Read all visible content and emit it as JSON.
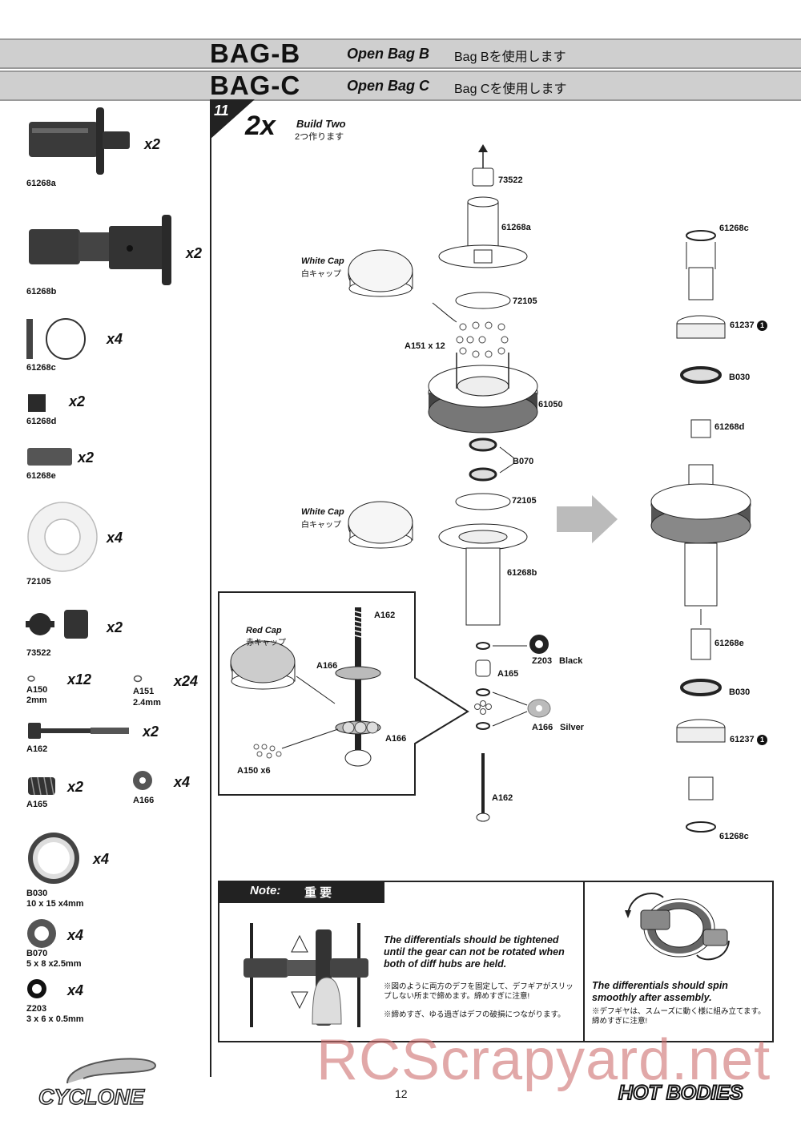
{
  "header": {
    "bag_b": {
      "code": "BAG-B",
      "open": "Open Bag B",
      "jp": "Bag Bを使用します"
    },
    "bag_c": {
      "code": "BAG-C",
      "open": "Open Bag C",
      "jp": "Bag Cを使用します"
    }
  },
  "step": {
    "number": "11",
    "multiplier": "2x",
    "build_en": "Build Two",
    "build_jp": "2つ作ります"
  },
  "parts_list": [
    {
      "id": "61268a",
      "qty": "x2"
    },
    {
      "id": "61268b",
      "qty": "x2"
    },
    {
      "id": "61268c",
      "qty": "x4"
    },
    {
      "id": "61268d",
      "qty": "x2"
    },
    {
      "id": "61268e",
      "qty": "x2"
    },
    {
      "id": "72105",
      "qty": "x4"
    },
    {
      "id": "73522",
      "qty": "x2"
    },
    {
      "id": "A150",
      "size": "2mm",
      "qty": "x12"
    },
    {
      "id": "A151",
      "size": "2.4mm",
      "qty": "x24"
    },
    {
      "id": "A162",
      "qty": "x2"
    },
    {
      "id": "A165",
      "qty": "x2"
    },
    {
      "id": "A166",
      "qty": "x4"
    },
    {
      "id": "B030",
      "size": "10 x 15 x4mm",
      "qty": "x4"
    },
    {
      "id": "B070",
      "size": "5 x 8 x2.5mm",
      "qty": "x4"
    },
    {
      "id": "Z203",
      "size": "3 x 6 x 0.5mm",
      "qty": "x4"
    }
  ],
  "assembly_labels": {
    "p73522": "73522",
    "p61268a": "61268a",
    "white_cap_en": "White Cap",
    "white_cap_jp": "白キャップ",
    "p72105": "72105",
    "a151": "A151 x 12",
    "p61050": "61050",
    "b070": "B070",
    "p61268b": "61268b",
    "z203": "Z203",
    "black": "Black",
    "a165": "A165",
    "a166": "A166",
    "silver": "Silver",
    "a162": "A162",
    "inset_red_cap_en": "Red Cap",
    "inset_red_cap_jp": "赤キャップ",
    "inset_a162": "A162",
    "inset_a166a": "A166",
    "inset_a166b": "A166",
    "inset_a150": "A150 x6",
    "r61268c": "61268c",
    "r61237": "61237",
    "r_b030": "B030",
    "r61268d": "61268d",
    "r61268e": "61268e",
    "r_b030b": "B030",
    "r61237b": "61237",
    "r61268c_b": "61268c",
    "circled_one": "1"
  },
  "note": {
    "head_en": "Note:",
    "head_jp": "重 要",
    "tight_en": "The differentials should be tightened until the gear can not be rotated when both of diff hubs are held.",
    "tight_jp1": "※図のように両方のデフを固定して、デフギアがスリップしない所まで締めます。締めすぎに注意!",
    "tight_jp2": "※締めすぎ、ゆる過ぎはデフの破損につながります。",
    "spin_en": "The differentials should spin smoothly after assembly.",
    "spin_jp": "※デフギヤは、スムーズに動く様に組み立てます。締めすぎに注意!"
  },
  "footer": {
    "brand_left": "CYCLONE",
    "page": "12",
    "brand_right": "HOT BODIES",
    "watermark": "RCScrapyard.net"
  }
}
